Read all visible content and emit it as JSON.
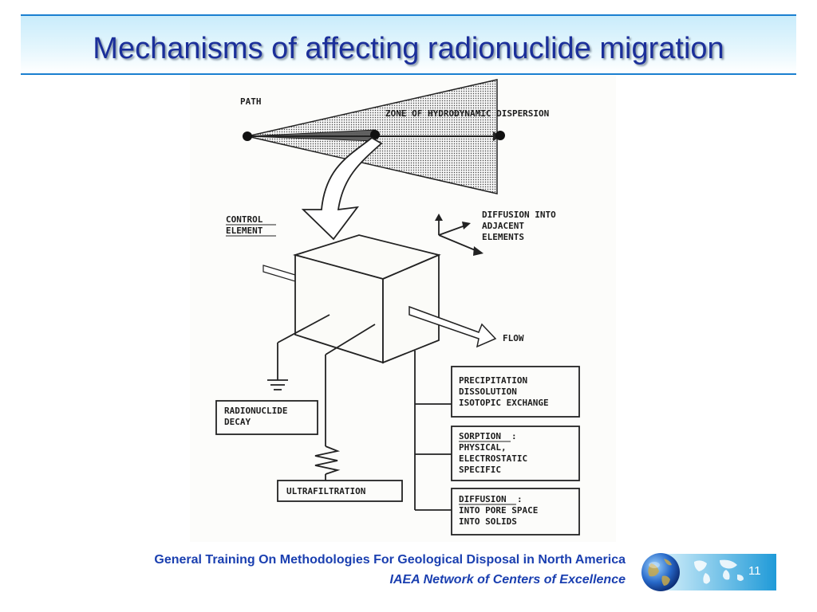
{
  "slide": {
    "title": "Mechanisms of affecting radionuclide migration",
    "page_number": "11"
  },
  "diagram": {
    "labels": {
      "path": "PATH",
      "zone": "ZONE OF HYDRODYNAMIC DISPERSION",
      "control_1": "CONTROL",
      "control_2": "ELEMENT",
      "diffusion_1": "DIFFUSION INTO",
      "diffusion_2": "ADJACENT",
      "diffusion_3": "ELEMENTS",
      "flow": "FLOW",
      "decay_1": "RADIONUCLIDE",
      "decay_2": "DECAY",
      "ultrafiltration": "ULTRAFILTRATION",
      "precip_1": "PRECIPITATION",
      "precip_2": "DISSOLUTION",
      "precip_3": "ISOTOPIC EXCHANGE",
      "sorption_1": "SORPTION",
      "sorption_colon": ":",
      "sorption_2": "PHYSICAL,",
      "sorption_3": "ELECTROSTATIC",
      "sorption_4": "SPECIFIC",
      "diff_box_1": "DIFFUSION",
      "diff_box_colon": ":",
      "diff_box_2": "INTO PORE SPACE",
      "diff_box_3": "INTO SOLIDS"
    }
  },
  "footer": {
    "line1": "General Training On Methodologies For Geological Disposal in North America",
    "line2": "IAEA Network of Centers of Excellence"
  },
  "colors": {
    "title": "#1b2f9a",
    "footer": "#1a3fb0",
    "band_border": "#1a7fd0"
  }
}
